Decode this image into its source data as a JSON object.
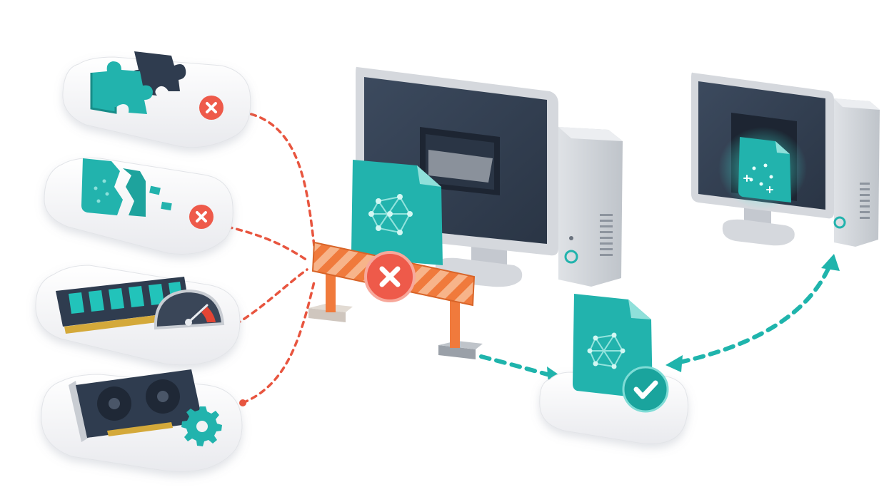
{
  "colors": {
    "background": "#ffffff",
    "platform": "#f1f2f4",
    "platform_shadow": "#d9dbe0",
    "teal": "#22b3ad",
    "teal_dark": "#178c88",
    "navy": "#2f3c4f",
    "monitor_frame": "#d5d8dd",
    "error_red": "#ee5a4a",
    "barrier_orange": "#f07a3c",
    "barrier_stripe": "#f7b48a",
    "path_red": "#e8553f",
    "path_teal": "#1fb4ac",
    "gauge_red": "#e34534"
  },
  "scene": {
    "problem_cards": [
      {
        "name": "puzzle-card",
        "icon": "puzzle-pieces-icon",
        "status": "error-x-icon"
      },
      {
        "name": "broken-file-card",
        "icon": "broken-file-icon",
        "status": "error-x-icon"
      },
      {
        "name": "memory-card",
        "icon": "ram-module-icon",
        "extra": "speed-gauge-icon"
      },
      {
        "name": "gpu-card",
        "icon": "graphics-card-icon",
        "extra": "gear-icon"
      }
    ],
    "barrier": {
      "icon": "road-barrier-icon",
      "status": "error-x-icon"
    },
    "source_computer": {
      "icon": "desktop-computer-icon",
      "file": "network-file-icon"
    },
    "result_file": {
      "icon": "network-file-icon",
      "status": "checkmark-icon"
    },
    "target_computer": {
      "icon": "desktop-computer-icon",
      "file": "glowing-file-icon"
    }
  }
}
